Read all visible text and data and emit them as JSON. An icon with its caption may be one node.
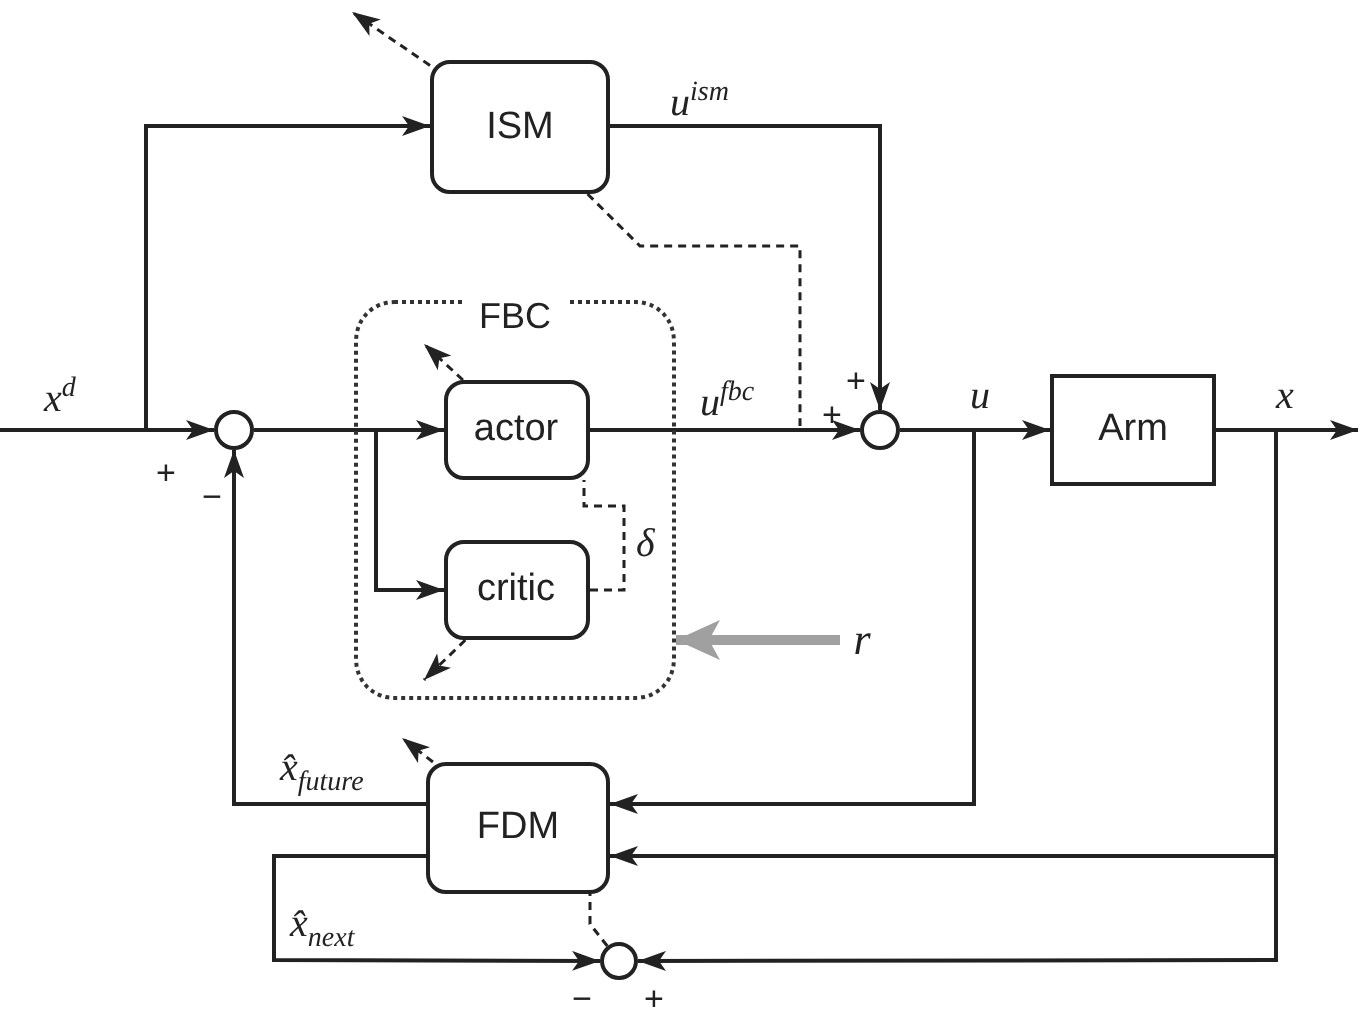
{
  "diagram": {
    "nodes": [
      {
        "text": [
          "ISM"
        ]
      },
      {
        "text": [
          "FBC"
        ]
      },
      {
        "text": [
          "actor"
        ],
        "in": 1
      },
      {
        "text": [
          "critic"
        ],
        "in": 1
      },
      {
        "text": [
          "Arm"
        ]
      },
      {
        "text": [
          "FDM"
        ]
      },
      {
        "text": [],
        "shape": "circle"
      },
      {
        "text": [],
        "shape": "circle"
      },
      {
        "text": [],
        "shape": "circle"
      },
      {
        "text": [
          "r"
        ]
      }
    ],
    "edges": [
      {
        "from": null,
        "to": 6,
        "arrow": "to",
        "label": "x$^{d}$"
      },
      {
        "from": null,
        "to": 0,
        "arrow": "to"
      },
      {
        "from": 6,
        "to": 2,
        "arrow": "to"
      },
      {
        "from": 6,
        "to": 3,
        "arrow": "to"
      },
      {
        "from": 0,
        "to": 7,
        "arrow": "to",
        "label": "u$^{ism}$"
      },
      {
        "from": 2,
        "to": 7,
        "arrow": "to",
        "label": "u$^{fbc}$"
      },
      {
        "from": 7,
        "to": 4,
        "arrow": "to",
        "label": "u"
      },
      {
        "from": 4,
        "to": null,
        "arrow": "to",
        "label": "x"
      },
      {
        "from": 7,
        "to": 5,
        "arrow": "to"
      },
      {
        "from": 4,
        "to": 5,
        "arrow": "to"
      },
      {
        "from": 4,
        "to": 8,
        "arrow": "to"
      },
      {
        "from": 5,
        "to": 6,
        "arrow": "to",
        "label": "x̂$_{future}$"
      },
      {
        "from": 5,
        "to": 8,
        "arrow": "to",
        "label": "x̂$_{next}$"
      },
      {
        "from": 8,
        "to": 5,
        "arrow": "none",
        "style": "dashed"
      },
      {
        "from": 3,
        "to": 2,
        "arrow": "none",
        "style": "dashed",
        "label": "δ"
      },
      {
        "from": 0,
        "to": null,
        "arrow": "none",
        "style": "dashed"
      },
      {
        "from": 0,
        "to": null,
        "arrow": "to",
        "style": "dashed"
      },
      {
        "from": 2,
        "to": null,
        "arrow": "to",
        "style": "dashed"
      },
      {
        "from": 3,
        "to": null,
        "arrow": "to",
        "style": "dashed"
      },
      {
        "from": 5,
        "to": null,
        "arrow": "to",
        "style": "dashed"
      },
      {
        "from": 9,
        "to": 1,
        "arrow": "to",
        "style": "thick",
        "color": "#a0a0a0"
      }
    ],
    "labels": [
      "+",
      "−",
      "+",
      "+",
      "−",
      "+"
    ]
  }
}
